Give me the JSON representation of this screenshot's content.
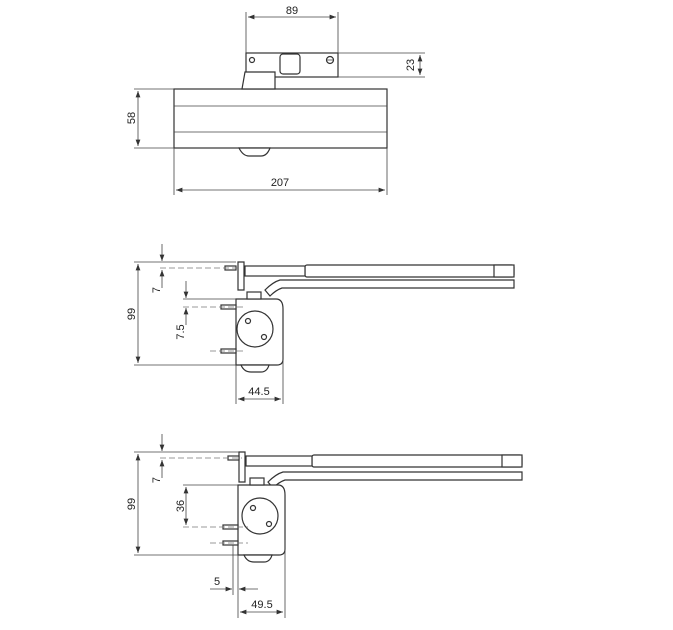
{
  "top_view": {
    "width_bracket": "89",
    "height_bracket": "23",
    "height_body": "58",
    "width_body": "207"
  },
  "side_view_1": {
    "offset_top": "7",
    "total_height": "99",
    "hole_spacing": "7.5",
    "body_width": "44.5"
  },
  "side_view_2": {
    "offset_top": "7",
    "total_height": "99",
    "hole_offset": "36",
    "inset": "5",
    "body_width": "49.5"
  }
}
